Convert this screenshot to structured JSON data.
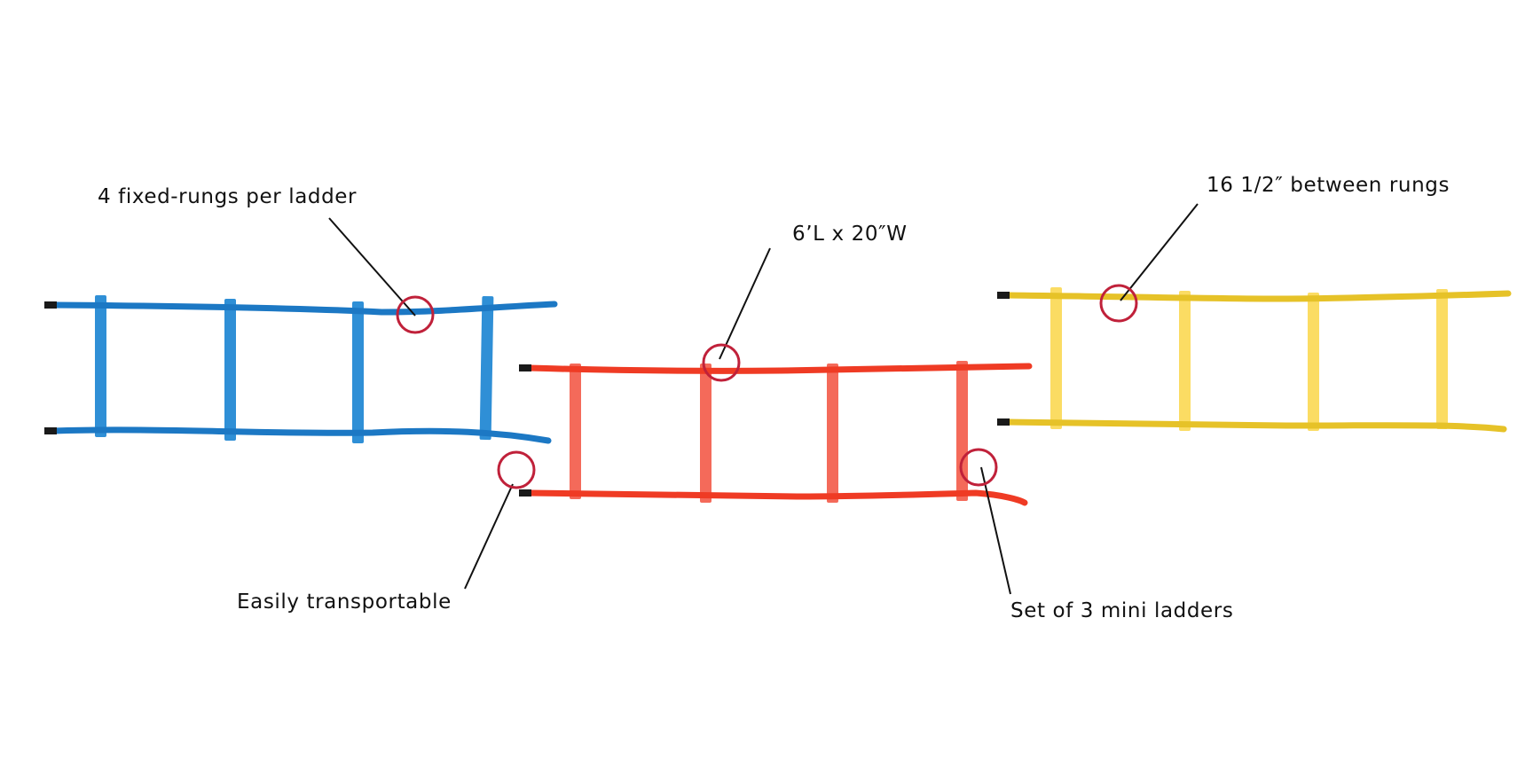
{
  "callouts": {
    "rungs": "4 fixed-rungs per ladder",
    "dimensions": "6’L x 20″W",
    "spacing": "16 1/2″ between rungs",
    "transportable": "Easily transportable",
    "set": "Set of 3 mini ladders"
  },
  "colors": {
    "background": "#ffffff",
    "text": "#111111",
    "highlight_circle": "#c0213a",
    "blue_ladder_rail": "#1c78c4",
    "blue_ladder_rung": "#2f8fd6",
    "red_ladder_rail": "#ef3b24",
    "red_ladder_rung": "#f46a5a",
    "yellow_ladder_rail": "#e6c228",
    "yellow_ladder_rung": "#fbdc63",
    "strap_tip": "#1a1a1a"
  }
}
